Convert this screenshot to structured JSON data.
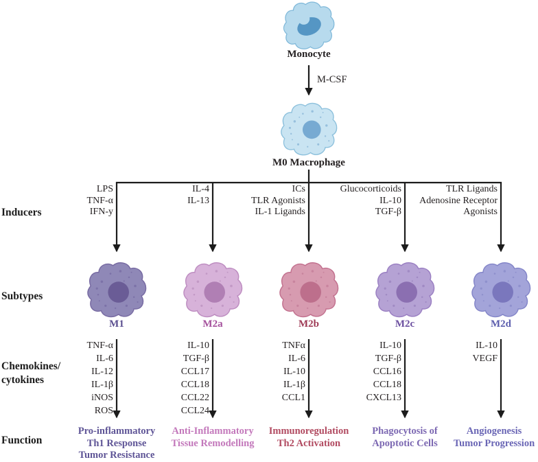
{
  "top": {
    "monocyte": {
      "label": "Monocyte",
      "colors": {
        "body": "#b7daed",
        "outline": "#7fb8d9",
        "nucleus": "#5596c4"
      }
    },
    "mcsf_label": "M-CSF",
    "m0": {
      "label": "M0 Macrophage",
      "colors": {
        "body": "#c9e4f2",
        "outline": "#8cc0dc",
        "nucleus": "#77aad2",
        "speckle": "#6fa4cc"
      }
    }
  },
  "row_labels": {
    "inducers": "Inducers",
    "subtypes": "Subtypes",
    "chemokines_line1": "Chemokines/",
    "chemokines_line2": "cytokines",
    "function": "Function"
  },
  "columns": [
    {
      "id": "m1",
      "label": "M1",
      "inducers": [
        "LPS",
        "TNF-α",
        "IFN-y"
      ],
      "chemokines": [
        "TNF-α",
        "IL-6",
        "IL-12",
        "IL-1β",
        "iNOS",
        "ROS"
      ],
      "functions": [
        "Pro-inflammatory",
        "Th1 Response",
        "Tumor Resistance"
      ],
      "colors": {
        "body": "#8f88b7",
        "outline": "#776aa2",
        "nucleus": "#6a5c96",
        "speckle": "#6e619c",
        "label": "#5b4f90",
        "function_text": "#5e5496"
      }
    },
    {
      "id": "m2a",
      "label": "M2a",
      "inducers": [
        "IL-4",
        "IL-13"
      ],
      "chemokines": [
        "IL-10",
        "TGF-β",
        "CCL17",
        "CCL18",
        "CCL22",
        "CCL24"
      ],
      "functions": [
        "Anti-Inflammatory",
        "Tissue Remodelling"
      ],
      "colors": {
        "body": "#d7b2d9",
        "outline": "#bd8cc0",
        "nucleus": "#b07fb4",
        "speckle": "#b285b6",
        "label": "#a4509c",
        "function_text": "#c378bb"
      }
    },
    {
      "id": "m2b",
      "label": "M2b",
      "inducers": [
        "ICs",
        "TLR Agonists",
        "IL-1 Ligands"
      ],
      "chemokines": [
        "TNFα",
        "IL-6",
        "IL-10",
        "IL-1β",
        "CCL1"
      ],
      "functions": [
        "Immunoregulation",
        "Th2 Activation"
      ],
      "colors": {
        "body": "#d79bb0",
        "outline": "#c2708e",
        "nucleus": "#bd6f8c",
        "speckle": "#bc7290",
        "label": "#9e3a55",
        "function_text": "#b14a60"
      }
    },
    {
      "id": "m2c",
      "label": "M2c",
      "inducers": [
        "Glucocorticoids",
        "IL-10",
        "TGF-β"
      ],
      "chemokines": [
        "IL-10",
        "TGF-β",
        "CCL16",
        "CCL18",
        "CXCL13"
      ],
      "functions": [
        "Phagocytosis of",
        "Apoptotic Cells"
      ],
      "colors": {
        "body": "#b5a2d4",
        "outline": "#9a7fc2",
        "nucleus": "#8b6fb1",
        "speckle": "#9077b6",
        "label": "#6c50a0",
        "function_text": "#7c68b2"
      }
    },
    {
      "id": "m2d",
      "label": "M2d",
      "inducers": [
        "TLR Ligands",
        "Adenosine Receptor",
        "Agonists"
      ],
      "chemokines": [
        "IL-10",
        "VEGF"
      ],
      "functions": [
        "Angiogenesis",
        "Tumor Progression"
      ],
      "colors": {
        "body": "#a3a4d9",
        "outline": "#8385c8",
        "nucleus": "#7a77bd",
        "speckle": "#8082c4",
        "label": "#5b5dad",
        "function_text": "#6a66b5"
      }
    }
  ],
  "arrow_color": "#1c1c1c"
}
